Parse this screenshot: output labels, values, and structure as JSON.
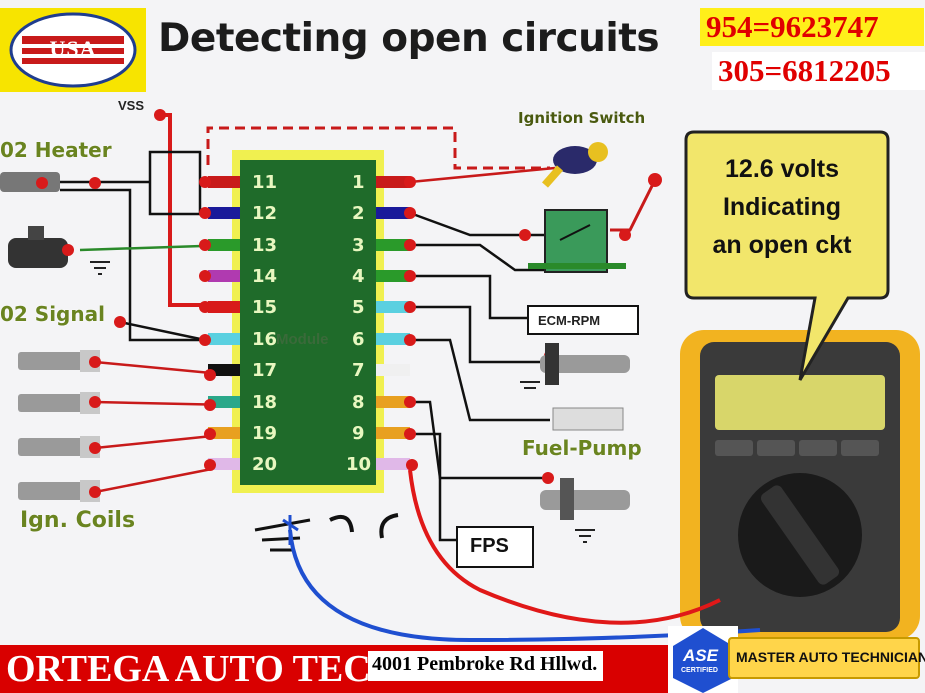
{
  "header": {
    "logo_text": "USA",
    "title": "Detecting open circuits",
    "phone1": "954=9623747",
    "phone2": "305=6812205"
  },
  "diagram": {
    "vss_label": "VSS",
    "ignition_label": "Ignition Switch",
    "o2_heater_label": "02 Heater",
    "o2_signal_label": "02 Signal",
    "ign_coils_label": "Ign. Coils",
    "module_label": "Module",
    "ecm_rpm_label": "ECM-RPM",
    "fuel_pump_label": "Fuel-Pump",
    "fps_label": "FPS",
    "pins_left": [
      "11",
      "12",
      "13",
      "14",
      "15",
      "16",
      "17",
      "18",
      "19",
      "20"
    ],
    "pins_right": [
      "1",
      "2",
      "3",
      "4",
      "5",
      "6",
      "7",
      "8",
      "9",
      "10"
    ]
  },
  "meter": {
    "callout_line1": "12.6 volts",
    "callout_line2": "Indicating",
    "callout_line3": "an open ckt"
  },
  "footer": {
    "company": "ORTEGA AUTO TECH",
    "address": "4001 Pembroke Rd Hllwd.",
    "ase_text": "ASE",
    "ase_sub": "CERTIFIED",
    "master_text": "MASTER AUTO TECHNICIAN"
  },
  "colors": {
    "brand_red": "#d90000",
    "phone_red": "#e00000",
    "highlight_yellow": "#ffef1a",
    "module_green": "#1f6b2a",
    "callout_yellow": "#f2e66b",
    "meter_yellow": "#f2b320",
    "probe_red": "#e01818",
    "probe_blue": "#1f4fd0"
  }
}
